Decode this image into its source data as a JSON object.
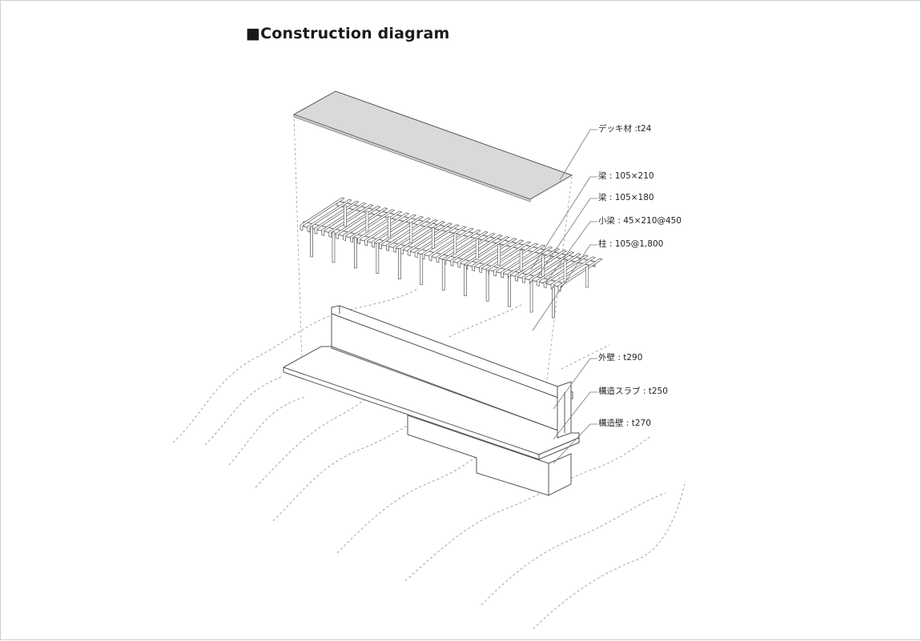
{
  "title": "■Construction diagram",
  "labels": {
    "deck": "デッキ材 :t24",
    "beam1": "梁 : 105×210",
    "beam2": "梁 : 105×180",
    "joist": "小梁 : 45×210@450",
    "column": "柱 : 105@1,800",
    "outer_wall": "外壁 : t290",
    "slab": "構造スラブ : t250",
    "struct_wall": "構造壁 : t270"
  },
  "colors": {
    "line": "#555555",
    "deck_fill": "#d9d9d9",
    "contour": "#9a9a9a",
    "leader": "#777777"
  }
}
